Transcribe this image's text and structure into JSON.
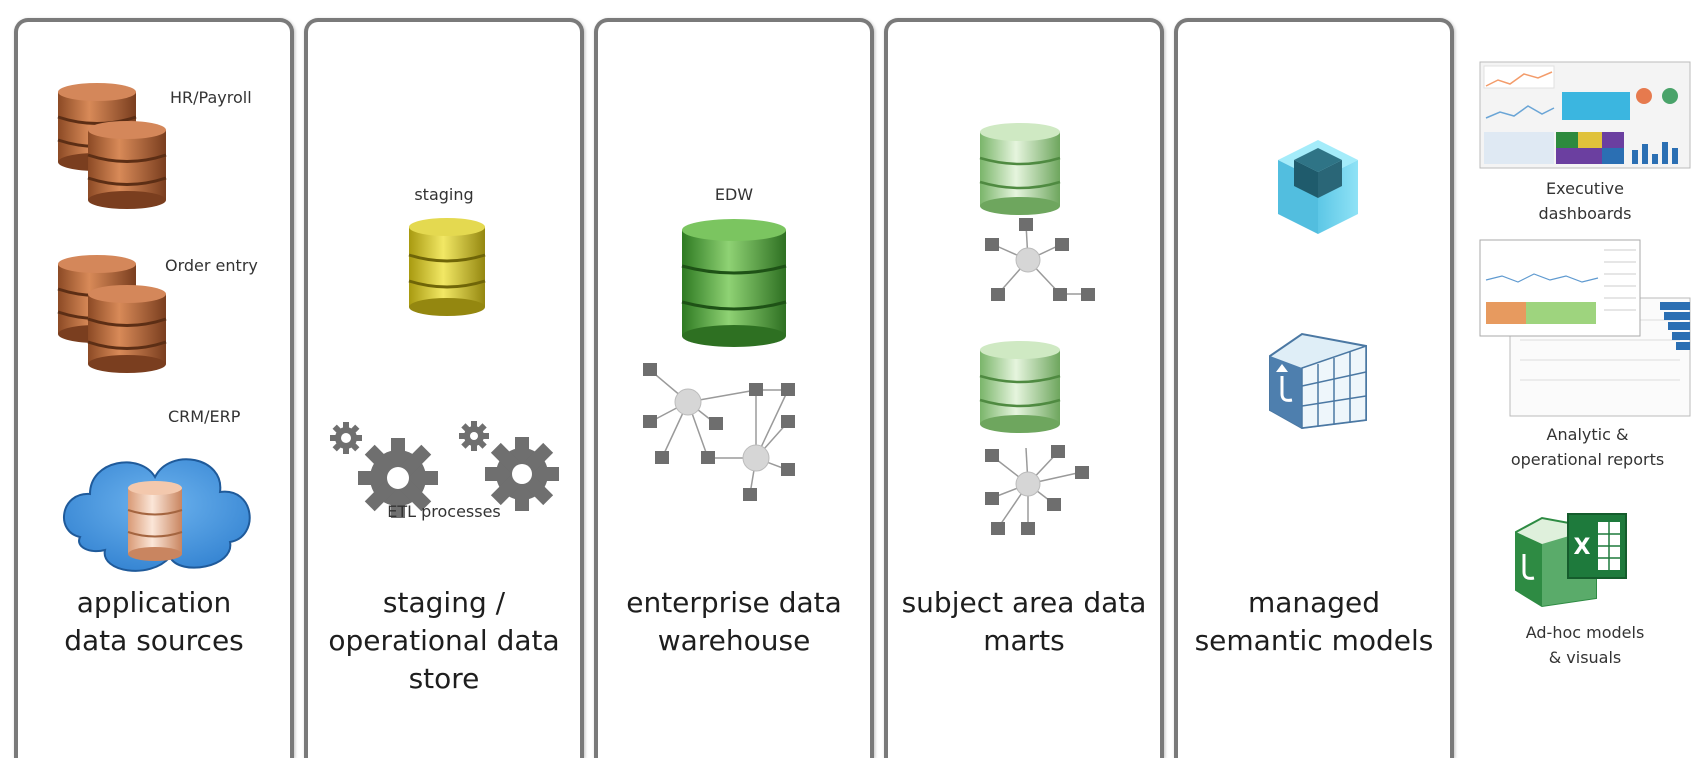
{
  "stages": [
    {
      "title_line1": "application",
      "title_line2": "data sources",
      "title_line3": ""
    },
    {
      "title_line1": "staging /",
      "title_line2": "operational data",
      "title_line3": "store"
    },
    {
      "title_line1": "enterprise data",
      "title_line2": "warehouse",
      "title_line3": ""
    },
    {
      "title_line1": "subject area data",
      "title_line2": "marts",
      "title_line3": ""
    },
    {
      "title_line1": "managed",
      "title_line2": "semantic models",
      "title_line3": ""
    }
  ],
  "sources": {
    "hr_payroll": "HR/Payroll",
    "order_entry": "Order entry",
    "crm_erp": "CRM/ERP"
  },
  "staging": {
    "label": "staging",
    "etl_label": "ETL processes"
  },
  "edw": {
    "label": "EDW"
  },
  "outputs": [
    {
      "line1": "Executive",
      "line2": "dashboards"
    },
    {
      "line1": "Analytic &",
      "line2": "operational reports"
    },
    {
      "line1": "Ad-hoc models",
      "line2": "& visuals"
    }
  ],
  "colors": {
    "panel_border": "#7a7a7a",
    "copper_db": "#c87a4a",
    "staging_db": "#d8cc3a",
    "edw_db": "#5fae4a",
    "mart_db": "#a8d89a",
    "cloud": "#3d8fd9",
    "cube": "#6fd3ee",
    "excel_green": "#2e8b43"
  }
}
